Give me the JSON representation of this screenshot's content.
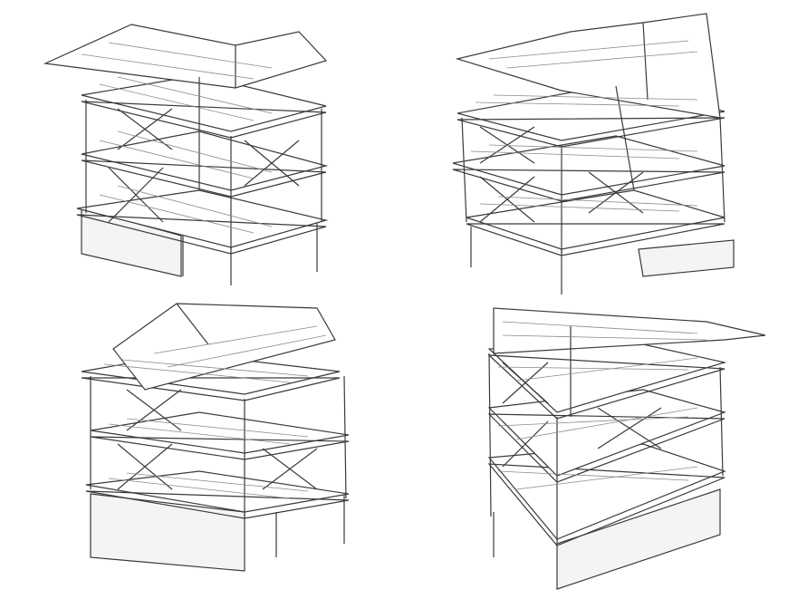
{
  "figure": {
    "description_text": "",
    "views": [
      {
        "id": "view-1",
        "label": ""
      },
      {
        "id": "view-2",
        "label": ""
      },
      {
        "id": "view-3",
        "label": ""
      },
      {
        "id": "view-4",
        "label": ""
      }
    ]
  },
  "colors": {
    "background": "#ffffff",
    "line": "#3a3a3a",
    "light_line": "#8a8a8a",
    "fill": "#f4f4f4"
  }
}
